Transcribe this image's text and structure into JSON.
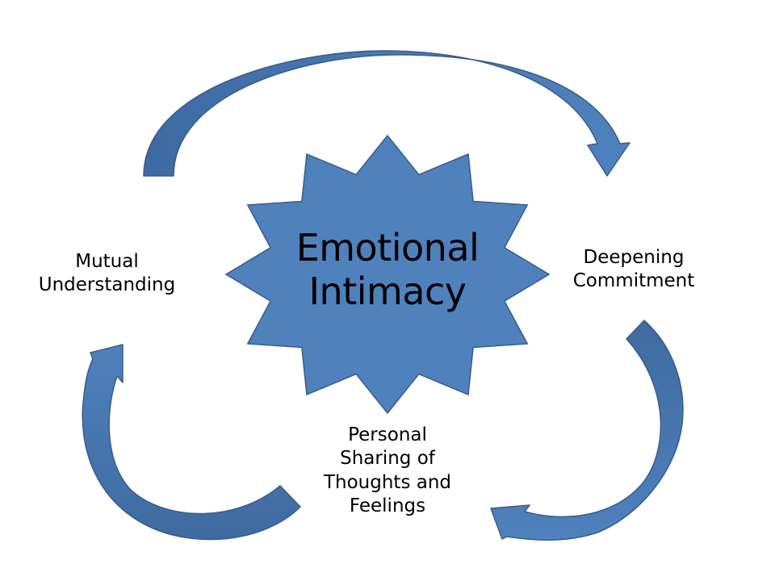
{
  "diagram": {
    "title": "Emotional Intimacy cycle",
    "colors": {
      "fill": "#4f81bd",
      "fill_dark": "#3f6aa0",
      "stroke": "#385d8a",
      "background": "#ffffff",
      "text": "#000000"
    },
    "center": {
      "shape": "12-point star",
      "lines": [
        "Emotional",
        "Intimacy"
      ]
    },
    "nodes": [
      {
        "id": "deepening-commitment",
        "lines": [
          "Deepening",
          "Commitment"
        ],
        "position": "right"
      },
      {
        "id": "personal-sharing",
        "lines": [
          "Personal",
          "Sharing of",
          "Thoughts and",
          "Feelings"
        ],
        "position": "bottom"
      },
      {
        "id": "mutual-understanding",
        "lines": [
          "Mutual",
          "Understanding"
        ],
        "position": "left"
      }
    ],
    "arrows": [
      {
        "from": "mutual-understanding",
        "to": "deepening-commitment",
        "direction": "clockwise"
      },
      {
        "from": "deepening-commitment",
        "to": "personal-sharing",
        "direction": "clockwise"
      },
      {
        "from": "personal-sharing",
        "to": "mutual-understanding",
        "direction": "clockwise"
      }
    ]
  }
}
